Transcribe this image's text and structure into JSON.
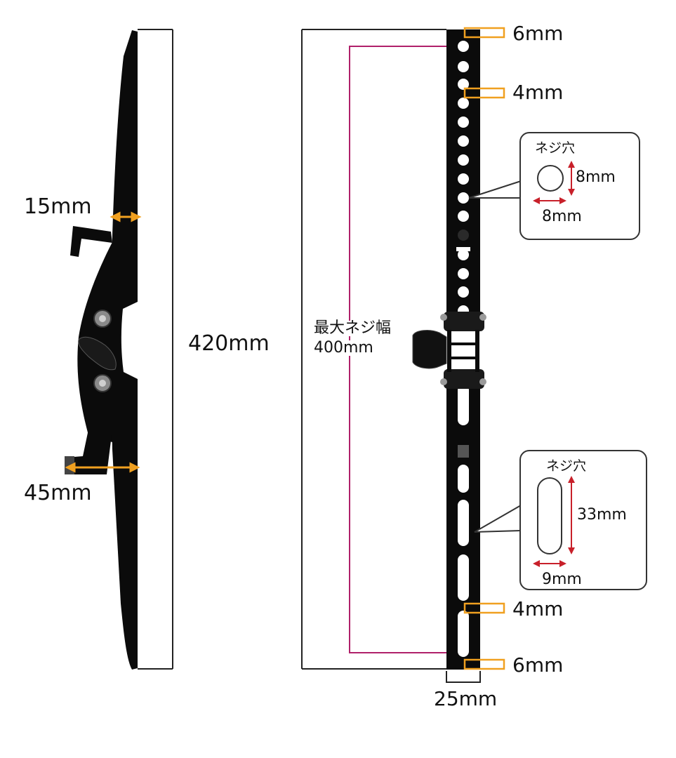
{
  "dimensions": {
    "bracket_thickness": "15mm",
    "hook_depth": "45mm",
    "total_height": "420mm",
    "max_screw_width_label": "最大ネジ幅",
    "max_screw_width_value": "400mm",
    "top_edge_gap": "6mm",
    "top_hole_gap": "4mm",
    "bottom_hole_gap": "4mm",
    "bottom_edge_gap": "6mm",
    "bar_width": "25mm"
  },
  "round_hole_callout": {
    "title": "ネジ穴",
    "height": "8mm",
    "width": "8mm"
  },
  "slot_hole_callout": {
    "title": "ネジ穴",
    "height": "33mm",
    "width": "9mm"
  },
  "colors": {
    "bracket": "#0b0b0b",
    "dimension_orange": "#f0a020",
    "dimension_red": "#c8202a",
    "span_magenta": "#b0206a",
    "line_dark": "#222222"
  }
}
